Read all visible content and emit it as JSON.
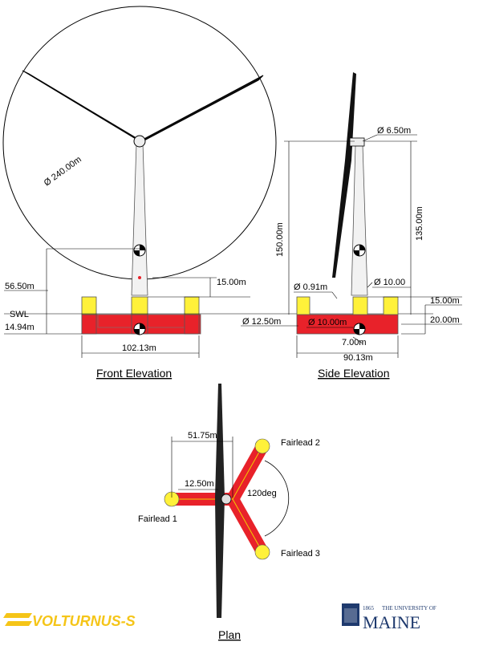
{
  "front": {
    "title": "Front Elevation",
    "rotor_diameter": "Ø 240.00m",
    "hub_to_base": "56.50m",
    "freeboard": "15.00m",
    "swl": "SWL",
    "draft": "14.94m",
    "width": "102.13m"
  },
  "side": {
    "title": "Side Elevation",
    "tower_top_dia": "Ø 6.50m",
    "tower_height": "150.00m",
    "hub_height": "135.00m",
    "column_small_dia": "Ø 0.91m",
    "tower_base_dia": "Ø 10.00",
    "freeboard": "15.00m",
    "outer_column_dia": "Ø 12.50m",
    "center_column_dia": "Ø 10.00m",
    "draft": "20.00m",
    "pontoon_height": "7.00m",
    "width": "90.13m"
  },
  "plan": {
    "title": "Plan",
    "arm_length": "51.75m",
    "column_dia": "12.50m",
    "angle": "120deg",
    "fairlead1": "Fairlead 1",
    "fairlead2": "Fairlead 2",
    "fairlead3": "Fairlead 3"
  },
  "logos": {
    "volturnus": "VOLTURNUS-S",
    "umaine_year": "1865",
    "umaine_small": "THE UNIVERSITY OF",
    "umaine_big": "MAINE"
  },
  "colors": {
    "hull_red": "#e8222a",
    "column_yellow": "#fff13a",
    "logo_yellow": "#f5c518",
    "umaine_blue": "#1f3a6e"
  }
}
